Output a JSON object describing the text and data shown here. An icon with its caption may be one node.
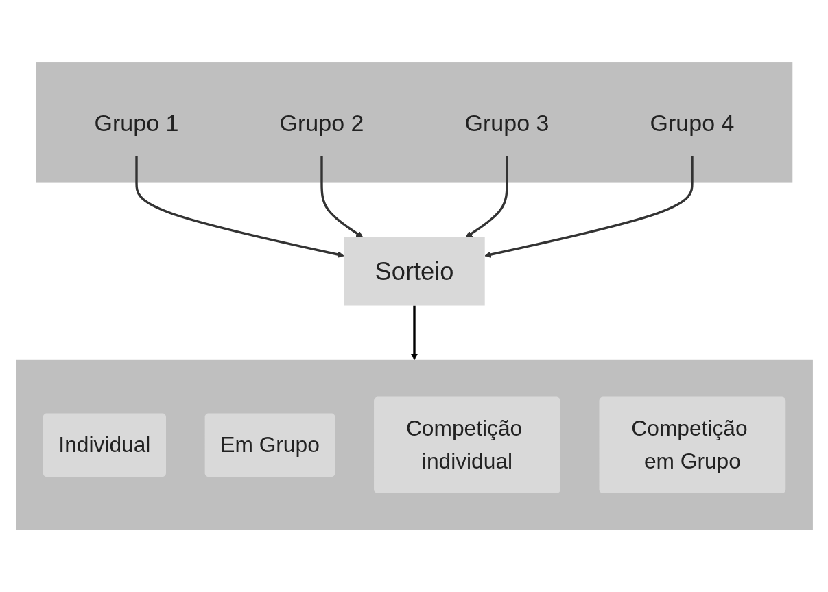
{
  "diagram": {
    "nodes": [
      {
        "text": [],
        "shape": "box"
      },
      {
        "text": [
          "Grupo 1"
        ],
        "in": 0
      },
      {
        "text": [
          "Grupo 2"
        ],
        "in": 0
      },
      {
        "text": [
          "Grupo 3"
        ],
        "in": 0
      },
      {
        "text": [
          "Grupo 4"
        ],
        "in": 0
      },
      {
        "text": [
          "Sorteio"
        ]
      },
      {
        "text": [],
        "shape": "box"
      },
      {
        "text": [
          "Individual"
        ],
        "in": 6
      },
      {
        "text": [
          "Em Grupo"
        ],
        "in": 6
      },
      {
        "text": [
          "Competição individual"
        ],
        "in": 6
      },
      {
        "text": [
          "Competição em Grupo"
        ],
        "in": 6
      }
    ],
    "edges": [
      {
        "from": 1,
        "to": 5,
        "arrow": "to"
      },
      {
        "from": 2,
        "to": 5,
        "arrow": "to"
      },
      {
        "from": 3,
        "to": 5,
        "arrow": "to"
      },
      {
        "from": 4,
        "to": 5,
        "arrow": "to"
      },
      {
        "from": 5,
        "to": 6,
        "arrow": "to",
        "color": "#000000"
      }
    ]
  }
}
